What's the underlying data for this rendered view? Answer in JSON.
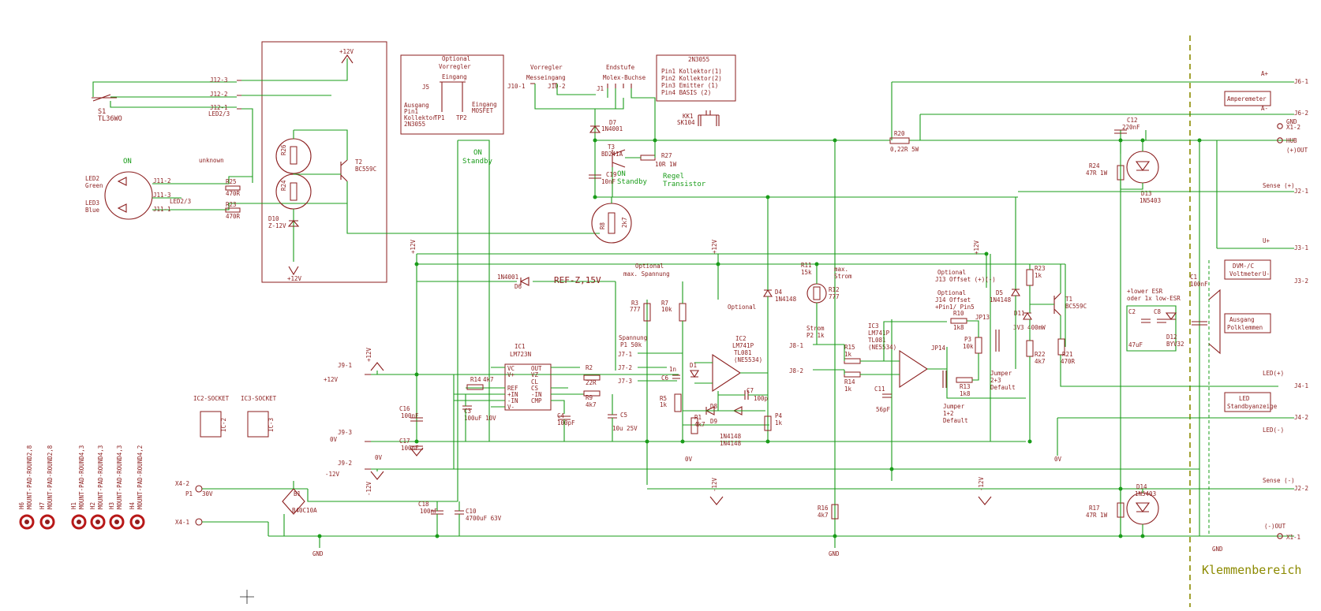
{
  "klemmen_label": "Klemmenbereich",
  "colors": {
    "wire": "#1a9c1a",
    "part": "#8b1e1e",
    "divider": "#8c8a00",
    "background": "#ffffff"
  },
  "switch_group": {
    "s1": "S1",
    "s1_type": "TL36WO",
    "j12_3": "J12-3",
    "j12_2": "J12-2",
    "j12_1": "J12-1",
    "led23": "LED2/3",
    "v12": "+12V",
    "unknown": "unknown",
    "on": "ON"
  },
  "leds": {
    "led2": "LED2",
    "green": "Green",
    "led3": "LED3",
    "blue": "Blue",
    "j11_2": "J11-2",
    "j11_3": "J11-3",
    "j11_1": "J11-1",
    "led23": "LED2/3",
    "r25": "R25",
    "r25v": "470R",
    "r23": "R23",
    "r23v": "470R"
  },
  "t2": {
    "name": "T2",
    "type": "BC559C",
    "d10": "D10",
    "d10v": "Z-12V",
    "r26": "R26",
    "r24": "R24",
    "v12": "+12V"
  },
  "j5box": {
    "optional": "Optional",
    "vorregler": "Vorregler",
    "eingang": "Eingang",
    "j5": "J5",
    "ausgang": "Ausgang",
    "pin1": "Pin1",
    "kollektor": "Kollektor",
    "type": "2N3055",
    "tp1": "TP1",
    "tp2": "TP2",
    "eingang2": "Eingang",
    "mosfet": "MOSFET"
  },
  "endstufe": {
    "vorregler": "Vorregler",
    "messeingang": "Messeingang",
    "endstufe": "Endstufe",
    "molex": "Molex-Buchse",
    "j10_1": "J10-1",
    "j10_2": "J10-2",
    "j1": "J1"
  },
  "pinbox": {
    "title": "2N3055",
    "pin1": "Pin1 Kollektor(1)",
    "pin2": "Pin2 Kollektor(2)",
    "pin3": "Pin3 Emitter  (1)",
    "pin4": "Pin4 BASIS   (2)"
  },
  "kk": {
    "name": "KK1",
    "type": "SK104"
  },
  "power": {
    "d7": "D7",
    "d7v": "1N4001",
    "t3": "T3",
    "t3v": "BD241A",
    "c19": "C19",
    "c19v": "10nF",
    "r27": "R27",
    "r27v": "10R 1W",
    "on": "ON",
    "standby": "Standby",
    "regel": "Regel",
    "transistor": "Transistor",
    "on_standby": "ON",
    "standby2": "Standby",
    "r8": "R8",
    "r8v": "2k7"
  },
  "r20": {
    "name": "R20",
    "value": "0,22R 5W"
  },
  "top_labels": {
    "c12": "C12",
    "c12v": "220nF",
    "r24": "R24",
    "r24v": "47R 1W",
    "d13": "D13",
    "d13v": "1N5403",
    "j6_1": "J6-1",
    "j6_2": "J6-2",
    "x1_2": "X1-2",
    "gnd": "GND",
    "plus": "A+",
    "minus": "A-",
    "plus_out": "(+)OUT",
    "hub": "HUB",
    "amperemeter": "Amperemeter",
    "sense_p": "Sense (+)",
    "j2_1": "J2-1",
    "v_plus": "U+",
    "j3_1": "J3-1",
    "dvm": "DVM-/C",
    "voltmeter": "Voltmeter",
    "v_minus": "U-",
    "j3_2": "J3-2"
  },
  "mid": {
    "d6": "D6",
    "d6v": "1N4001",
    "ref": "REF-Z,15V",
    "optional": "Optional",
    "max_spannung": "max. Spannung",
    "r3": "R3",
    "r3v": "777",
    "r7": "R7",
    "r7v": "10k",
    "spannung": "Spannung",
    "p1": "P1 50k",
    "j7_1": "J7-1",
    "j7_2": "J7-2",
    "j7_3": "J7-3",
    "r5": "R5",
    "r5v": "1k",
    "c6": "C6",
    "c6v": "1n",
    "d8": "D8",
    "d9": "D9",
    "r1": "R1",
    "r1v": "4k7",
    "d1": "D1",
    "d4": "D4",
    "d4v": "1N4148",
    "optional2": "Optional"
  },
  "ic1": {
    "name": "IC1",
    "type": "LM723N",
    "vc": "VC",
    "vp": "V+",
    "ref": "REF",
    "inp": "+IN",
    "inm": "-IN",
    "vm": "V-",
    "out": "OUT",
    "vz": "VZ",
    "cl": "CL",
    "cs": "CS",
    "cmp": "CMP",
    "r14": "R14",
    "r14v": "4k7",
    "r2": "R2",
    "r2v": "22R",
    "r9": "R9",
    "r9v": "4k7",
    "c3": "C3",
    "c3v": "100uF 10V",
    "c4": "C4",
    "c4v": "100pF",
    "c5": "C5",
    "c5v": "10u 25V"
  },
  "ic2": {
    "name": "IC2",
    "type": "LM741P",
    "alt": "TL081",
    "alt2": "(NE5534)",
    "c7": "C7",
    "c7v": "100p",
    "p4": "P4",
    "p4v": "1k",
    "d9v": "1N4148",
    "d8v": "1N4148"
  },
  "strom": {
    "r11": "R11",
    "r11v": "15k",
    "r12": "R12",
    "r12v": "777",
    "max": "max.",
    "strom": "Strom",
    "strom2": "Strom",
    "p2": "P2 1k",
    "j8_1": "J8-1",
    "j8_2": "J8-2"
  },
  "ic3": {
    "name": "IC3",
    "type": "LM741P",
    "alt": "TL081",
    "alt2": "(NE5534)",
    "r15": "R15",
    "r15v": "1k",
    "r14": "R14",
    "r14v": "1k",
    "c11": "C11",
    "c11v": "56pF",
    "r10": "R10",
    "r10v": "1k8",
    "r13": "R13",
    "r13v": "1k8",
    "p3": "P3",
    "p3v": "10k",
    "opt1": "Optional",
    "j13": "J13 Offset (+)(-)",
    "opt2": "Optional",
    "j14": "J14 Offset",
    "pins": "+Pin1/ Pin5",
    "jp13": "JP13",
    "jp14": "JP14",
    "jumper1": "Jumper",
    "jumper1v": "2+3",
    "jumper1d": "Default",
    "jumper2": "Jumper",
    "jumper2v": "1+2",
    "jumper2d": "Default"
  },
  "t1": {
    "name": "T1",
    "type": "BC559C",
    "d5": "D5",
    "d5v": "1N4148",
    "d11": "D11",
    "d11v": "3V3 400mW",
    "r23": "R23",
    "r23v": "1k",
    "r22": "R22",
    "r22v": "4k7",
    "r21": "R21",
    "r21v": "470R",
    "v12": "+12V"
  },
  "out": {
    "lower_esr": "+lower ESR",
    "oder": "oder 1x low-ESR",
    "c2": "C2",
    "c8": "C8",
    "c2v": "47uF",
    "d12": "D12",
    "d12v": "BYV32",
    "c1": "C1",
    "c1v": "100nF",
    "ausgang": "Ausgang",
    "polklemmen": "Polklemmen",
    "led_p": "LED(+)",
    "j4_1": "J4-1",
    "led_box": "LED",
    "standby_anz": "Standbyanzeige",
    "j4_2": "J4-2",
    "led_m": "LED(-)",
    "sense_m": "Sense (-)",
    "j2_2": "J2-2",
    "x1_1": "X1-1",
    "minus_out": "(-)OUT",
    "d14": "D14",
    "d14v": "1N5403",
    "r17": "R17",
    "r17v": "47R 1W",
    "gnd": "GND",
    "r16": "R16",
    "r16v": "4k7"
  },
  "supply": {
    "j9_1": "J9-1",
    "j9_2": "J9-2",
    "j9_3": "J9-3",
    "v12p": "+12V",
    "v0": "0V",
    "v12m": "-12V",
    "x4_2": "X4-2",
    "x4_1": "X4-1",
    "p1": "P1",
    "p1v": "30V",
    "b1": "B1",
    "b1v": "B40C10A",
    "c16": "C16",
    "c16v": "100nF",
    "c17": "C17",
    "c17v": "100nF",
    "c10": "C10",
    "c10v": "4700uF 63V",
    "c18": "C18",
    "c18v": "100nF",
    "gnd": "GND"
  },
  "sockets": {
    "ic2": "IC2-SOCKET",
    "ic3": "IC3-SOCKET",
    "ic2b": "IC-2",
    "ic3b": "IC-3"
  },
  "mounts": {
    "h6": "H6",
    "h6v": "MOUNT-PAD-ROUND2,8",
    "h7": "H7",
    "h7v": "MOUNT-PAD-ROUND2,8",
    "h1": "H1",
    "h1v": "MOUNT-PAD-ROUND4,3",
    "h2": "H2",
    "h2v": "MOUNT-PAD-ROUND4,3",
    "h3": "H3",
    "h3v": "MOUNT-PAD-ROUND4,3",
    "h4": "H4",
    "h4v": "MOUNT-PAD-ROUND4,2"
  }
}
